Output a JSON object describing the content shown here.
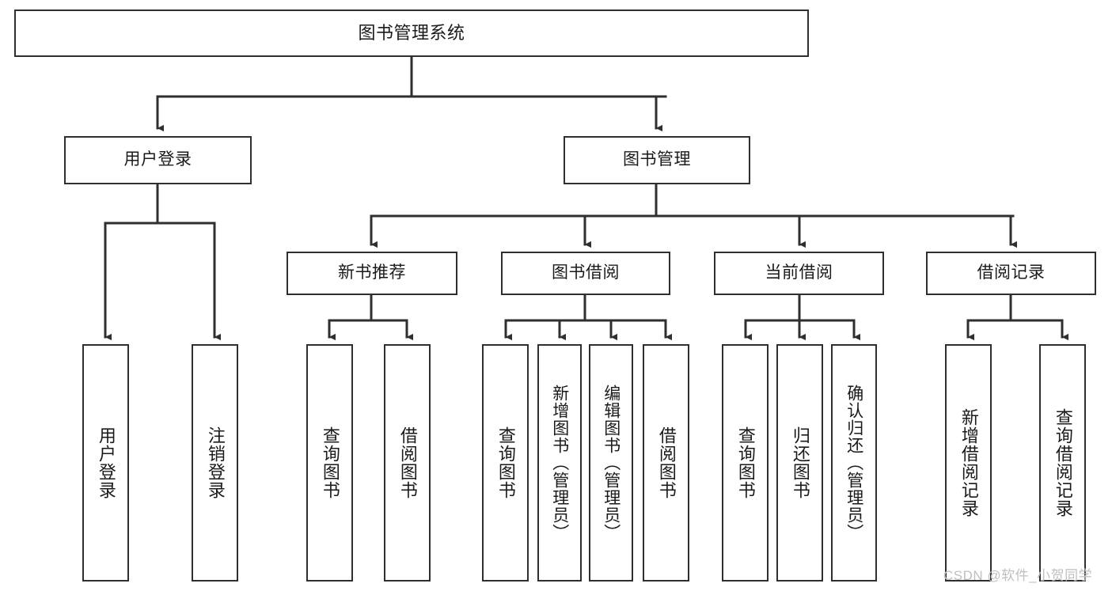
{
  "diagram": {
    "title": "图书管理系统",
    "type": "hierarchy-tree",
    "watermark": "CSDN @软件_小贺同学",
    "colors": {
      "border": "#2f2f2f",
      "box_fill": "#ffffff",
      "edge": "#2f2f2f",
      "text": "#1a1a1a",
      "watermark": "#bfbfbf",
      "background": "#ffffff"
    },
    "nodes": {
      "root": {
        "label": "图书管理系统"
      },
      "level1": [
        {
          "label": "用户登录"
        },
        {
          "label": "图书管理"
        }
      ],
      "level2": [
        {
          "label": "新书推荐"
        },
        {
          "label": "图书借阅"
        },
        {
          "label": "当前借阅"
        },
        {
          "label": "借阅记录"
        }
      ],
      "leaves": {
        "user_login": [
          {
            "label": "用户登录"
          },
          {
            "label": "注销登录"
          }
        ],
        "new_book_recommend": [
          {
            "label": "查询图书"
          },
          {
            "label": "借阅图书"
          }
        ],
        "book_borrow": [
          {
            "label": "查询图书"
          },
          {
            "label": "新增图书（管理员）"
          },
          {
            "label": "编辑图书（管理员）"
          },
          {
            "label": "借阅图书"
          }
        ],
        "current_borrow": [
          {
            "label": "查询图书"
          },
          {
            "label": "归还图书"
          },
          {
            "label": "确认归还（管理员）"
          }
        ],
        "borrow_record": [
          {
            "label": "新增借阅记录"
          },
          {
            "label": "查询借阅记录"
          }
        ]
      }
    }
  }
}
